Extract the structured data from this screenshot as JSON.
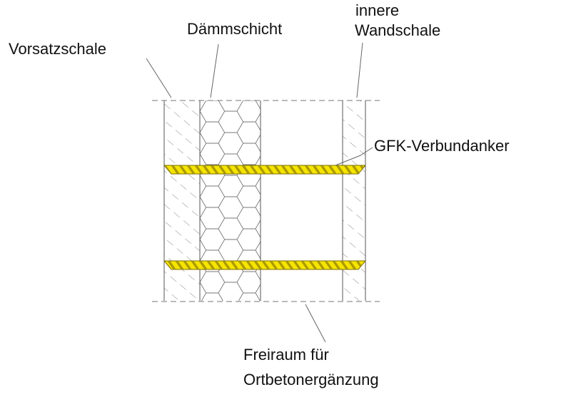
{
  "labels": {
    "vorsatzschale": "Vorsatzschale",
    "daemmschicht": "Dämmschicht",
    "innere_line1": "innere",
    "innere_line2": "Wandschale",
    "anchor": "GFK-Verbundanker",
    "freiraum_line1": "Freiraum für",
    "freiraum_line2": "Ortbetonergänzung"
  },
  "colors": {
    "anchor": "#f5e400",
    "anchor_stripe": "#8a7a00",
    "lines": "#666666"
  }
}
